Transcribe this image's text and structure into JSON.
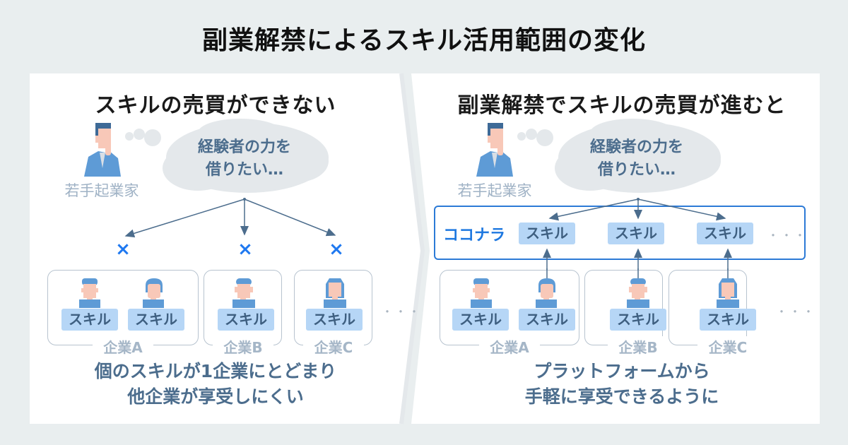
{
  "title": "副業解禁によるスキル活用範囲の変化",
  "colors": {
    "background": "#e9eeef",
    "panel": "#ffffff",
    "accent_blue": "#1e78e0",
    "skill_bg": "#b6d6f6",
    "text_dark_blue": "#4c6d8d",
    "muted_label": "#9fb2c5"
  },
  "left_panel": {
    "title": "スキルの売買ができない",
    "person": {
      "icon": "businessman-thinking-icon",
      "label": "若手起業家"
    },
    "thought": {
      "line1": "経験者の力を",
      "line2": "借りたい…"
    },
    "blocked_marks": [
      "×",
      "×",
      "×"
    ],
    "companies": [
      {
        "label": "企業A",
        "members": [
          {
            "skill": "スキル"
          },
          {
            "skill": "スキル"
          }
        ]
      },
      {
        "label": "企業B",
        "members": [
          {
            "skill": "スキル"
          }
        ]
      },
      {
        "label": "企業C",
        "members": [
          {
            "skill": "スキル"
          }
        ]
      }
    ],
    "more": "・・・",
    "conclusion": {
      "line1": "個のスキルが1企業にとどまり",
      "line2": "他企業が享受しにくい"
    }
  },
  "right_panel": {
    "title": "副業解禁でスキルの売買が進むと",
    "person": {
      "icon": "businessman-thinking-icon",
      "label": "若手起業家"
    },
    "thought": {
      "line1": "経験者の力を",
      "line2": "借りたい…"
    },
    "platform": {
      "name": "ココナラ",
      "skills": [
        "スキル",
        "スキル",
        "スキル"
      ],
      "more": "・・・"
    },
    "companies": [
      {
        "label": "企業A",
        "members": [
          {
            "skill": "スキル"
          },
          {
            "skill": "スキル"
          }
        ]
      },
      {
        "label": "企業B",
        "members": [
          {
            "skill": "スキル"
          }
        ]
      },
      {
        "label": "企業C",
        "members": [
          {
            "skill": "スキル"
          }
        ]
      }
    ],
    "more": "・・・",
    "conclusion": {
      "line1": "プラットフォームから",
      "line2": "手軽に享受できるように"
    }
  }
}
